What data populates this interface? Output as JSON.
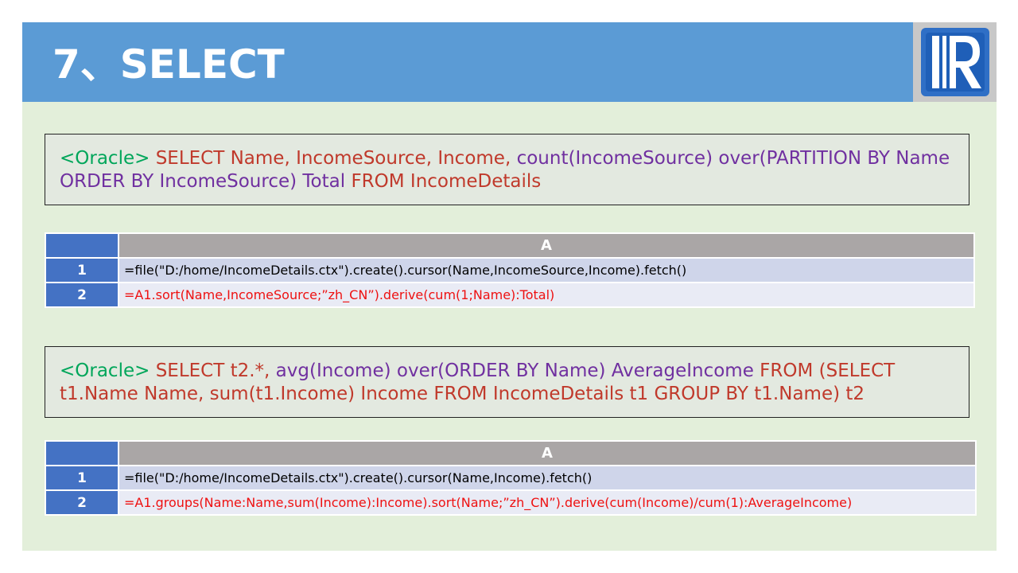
{
  "header": {
    "title": "7、SELECT"
  },
  "colors": {
    "header_bg": "#5b9bd5",
    "slide_bg": "#e3efda",
    "keyword_green": "#00a65a",
    "keyword_red": "#c0392b",
    "keyword_purple": "#7030a0",
    "rownum_blue": "#4472c4",
    "formula_red": "#ee1111"
  },
  "logo": {
    "icon": "raqsoft-r-logo-icon"
  },
  "examples": [
    {
      "sql": {
        "tag": "<Oracle>",
        "s1": " SELECT Name, IncomeSource, Income,",
        "s2": " count(IncomeSource) over(PARTITION BY Name ORDER BY IncomeSource) Total",
        "s3": " FROM IncomeDetails"
      },
      "grid": {
        "column": "A",
        "rows": [
          {
            "num": "1",
            "code": "=file(\"D:/home/IncomeDetails.ctx\").create().cursor(Name,IncomeSource,Income).fetch()"
          },
          {
            "num": "2",
            "code": "=A1.sort(Name,IncomeSource;”zh_CN”).derive(cum(1;Name):Total)"
          }
        ]
      }
    },
    {
      "sql": {
        "tag": "<Oracle>",
        "s1": " SELECT t2.*,",
        "s2": " avg(Income) over(ORDER BY Name) AverageIncome",
        "s3": " FROM (SELECT t1.Name Name, sum(t1.Income) Income FROM IncomeDetails t1 GROUP BY t1.Name) t2"
      },
      "grid": {
        "column": "A",
        "rows": [
          {
            "num": "1",
            "code": "=file(\"D:/home/IncomeDetails.ctx\").create().cursor(Name,Income).fetch()"
          },
          {
            "num": "2",
            "code": "=A1.groups(Name:Name,sum(Income):Income).sort(Name;”zh_CN”).derive(cum(Income)/cum(1):AverageIncome)"
          }
        ]
      }
    }
  ]
}
